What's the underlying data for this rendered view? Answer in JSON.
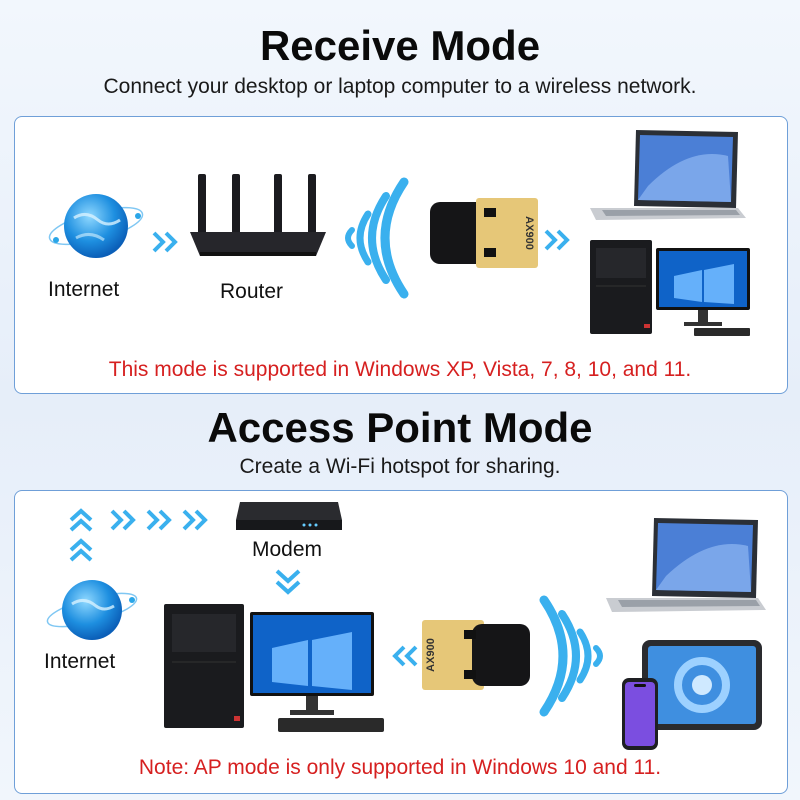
{
  "receive": {
    "title": "Receive Mode",
    "subtitle": "Connect your desktop or laptop computer to a wireless network.",
    "internet_label": "Internet",
    "router_label": "Router",
    "adapter_text": "AX900",
    "note": "This mode is supported in Windows XP, Vista, 7, 8, 10, and 11."
  },
  "ap": {
    "title": "Access Point Mode",
    "subtitle": "Create a Wi-Fi hotspot for sharing.",
    "modem_label": "Modem",
    "internet_label": "Internet",
    "adapter_text": "AX900",
    "note": "Note: AP mode is only supported in Windows 10 and 11."
  },
  "colors": {
    "note_red": "#d62020",
    "accent_blue": "#2aa6e8",
    "panel_border": "#6f9fd8"
  }
}
